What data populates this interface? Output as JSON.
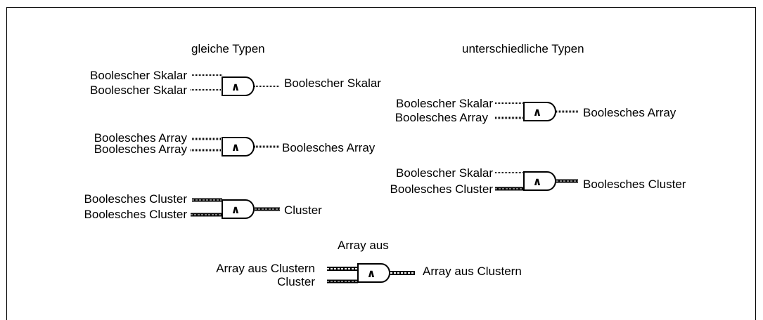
{
  "headings": {
    "same_types": "gleiche Typen",
    "different_types": "unterschiedliche Typen"
  },
  "gate_symbol": "∧",
  "left_examples": [
    {
      "in1": "Boolescher Skalar",
      "in2": "Boolescher Skalar",
      "out": "Boolescher Skalar",
      "wire": "scalar",
      "out_wire": "scalar"
    },
    {
      "in1": "Boolesches Array",
      "in2": "Boolesches Array",
      "out": "Boolesches Array",
      "wire": "array",
      "out_wire": "array"
    },
    {
      "in1": "Boolesches Cluster",
      "in2": "Boolesches Cluster",
      "out": "Cluster",
      "wire": "cluster",
      "out_wire": "cluster"
    }
  ],
  "right_examples": [
    {
      "in1": "Boolescher Skalar",
      "in2": "Boolesches Array",
      "out": "Boolesches Array",
      "wire1": "scalar",
      "wire2": "array",
      "out_wire": "array"
    },
    {
      "in1": "Boolescher Skalar",
      "in2": "Boolesches Cluster",
      "out": "Boolesches Cluster",
      "wire1": "scalar",
      "wire2": "cluster",
      "out_wire": "cluster"
    }
  ],
  "bottom_example": {
    "heading": "Array aus",
    "in1": "Array aus Clustern",
    "in2": "Cluster",
    "out": "Array aus Clustern",
    "wire1": "cluster-array",
    "wire2": "cluster",
    "out_wire": "cluster-array"
  }
}
